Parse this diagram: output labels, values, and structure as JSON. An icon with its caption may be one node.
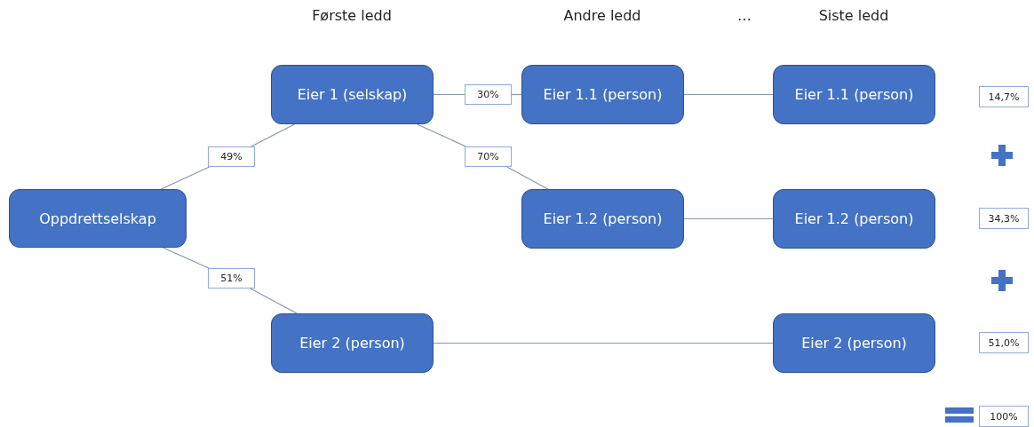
{
  "diagram": {
    "nodes": [
      {
        "text": [
          "Oppdrettselskap"
        ]
      },
      {
        "text": [
          "Eier 1 (selskap)"
        ]
      },
      {
        "text": [
          "Eier 1.1 (person)"
        ]
      },
      {
        "text": [
          "Eier 1.2 (person)"
        ]
      },
      {
        "text": [
          "Eier 2 (person)"
        ]
      },
      {
        "text": [
          "Eier 1.1 (person)"
        ]
      },
      {
        "text": [
          "Eier 1.2 (person)"
        ]
      },
      {
        "text": [
          "Eier 2 (person)"
        ]
      },
      {
        "text": [
          "14,7%"
        ]
      },
      {
        "text": [
          "34,3%"
        ]
      },
      {
        "text": [
          "51,0%"
        ]
      },
      {
        "text": [
          "100%"
        ]
      },
      {
        "text": [
          "49%"
        ]
      },
      {
        "text": [
          "51%"
        ]
      },
      {
        "text": [
          "30%"
        ]
      },
      {
        "text": [
          "70%"
        ]
      }
    ],
    "edges": [
      {
        "from": 0,
        "to": 12,
        "arrow": "none"
      },
      {
        "from": 12,
        "to": 1,
        "arrow": "none"
      },
      {
        "from": 0,
        "to": 13,
        "arrow": "none"
      },
      {
        "from": 13,
        "to": 4,
        "arrow": "none"
      },
      {
        "from": 1,
        "to": 14,
        "arrow": "none"
      },
      {
        "from": 14,
        "to": 2,
        "arrow": "none"
      },
      {
        "from": 1,
        "to": 15,
        "arrow": "none"
      },
      {
        "from": 15,
        "to": 3,
        "arrow": "none"
      },
      {
        "from": 2,
        "to": 5,
        "arrow": "none"
      },
      {
        "from": 3,
        "to": 6,
        "arrow": "none"
      },
      {
        "from": 4,
        "to": 7,
        "arrow": "none"
      }
    ],
    "labels": [
      "Første ledd",
      "Andre ledd",
      "…",
      "Siste ledd"
    ]
  }
}
